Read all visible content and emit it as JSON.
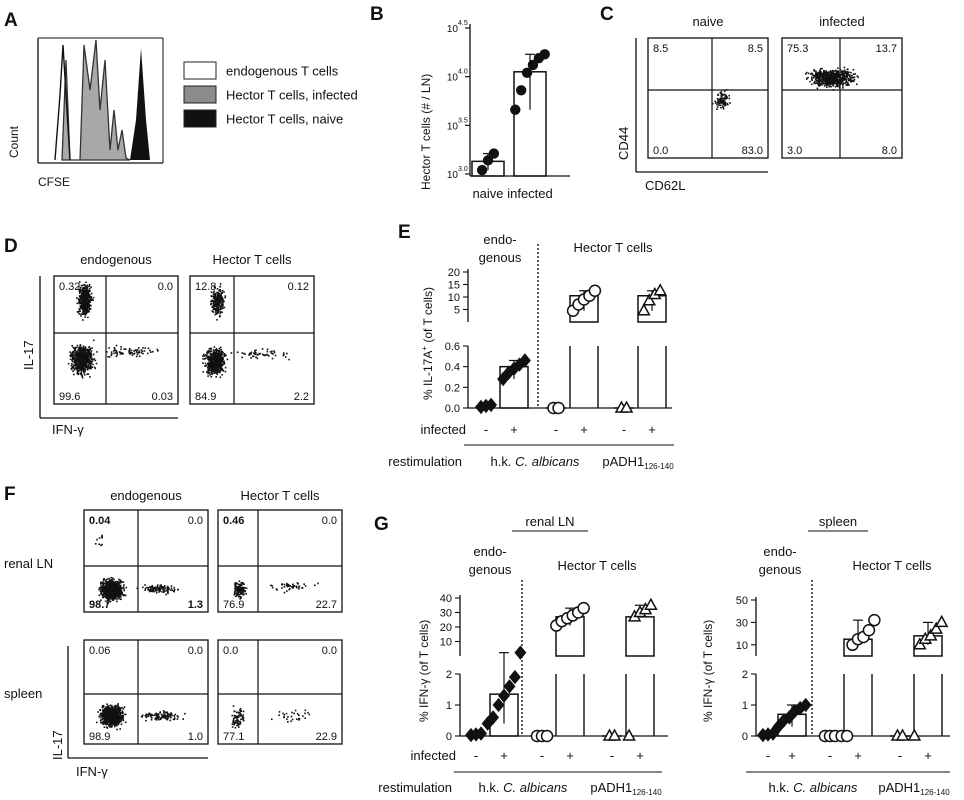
{
  "figure": {
    "panelA": {
      "letter": "A",
      "ylabel": "Count",
      "xlabel": "CFSE",
      "legend": [
        "endogenous T cells",
        "Hector T cells, infected",
        "Hector T cells, naive"
      ]
    },
    "panelB": {
      "letter": "B",
      "ylabel": "Hector T cells (# / LN)",
      "yticks": [
        {
          "base": "10",
          "exp": "3.0",
          "value": 3.0
        },
        {
          "base": "10",
          "exp": "3.5",
          "value": 3.5
        },
        {
          "base": "10",
          "exp": "4.0",
          "value": 4.0
        },
        {
          "base": "10",
          "exp": "4.5",
          "value": 4.5
        }
      ],
      "categories": [
        "naive",
        "infected"
      ]
    },
    "panelC": {
      "letter": "C",
      "titles": [
        "naive",
        "infected"
      ],
      "ylabel": "CD44",
      "xlabel": "CD62L",
      "plots": [
        {
          "q": [
            "8.5",
            "8.5",
            "0.0",
            "83.0"
          ]
        },
        {
          "q": [
            "75.3",
            "13.7",
            "3.0",
            "8.0"
          ]
        }
      ]
    },
    "panelD": {
      "letter": "D",
      "titles": [
        "endogenous",
        "Hector T cells"
      ],
      "ylabel": "IL-17",
      "xlabel": "IFN-γ",
      "plots": [
        {
          "q": [
            "0.32",
            "0.0",
            "99.6",
            "0.03"
          ]
        },
        {
          "q": [
            "12.8",
            "0.12",
            "84.9",
            "2.2"
          ]
        }
      ]
    },
    "panelE": {
      "letter": "E",
      "group_endo": [
        "endo-",
        "genous"
      ],
      "group_hector": "Hector T cells",
      "ylabel": "% IL-17A",
      "ylabel_sup": "+",
      "ylabel_tail": " (of T cells)",
      "top_ticks": [
        "20",
        "15",
        "10",
        "5"
      ],
      "bottom_ticks": [
        "0.6",
        "0.4",
        "0.2",
        "0.0"
      ],
      "infected_label": "infected",
      "restim_label": "restimulation",
      "restim_hk": "h.k. ",
      "restim_species": "C. albicans",
      "restim_pep": "pADH1",
      "restim_pep_sub": "126-140",
      "signs": [
        "-",
        "+",
        "-",
        "+",
        "-",
        "+"
      ]
    },
    "panelF": {
      "letter": "F",
      "titles": [
        "endogenous",
        "Hector T cells"
      ],
      "rows": [
        "renal LN",
        "spleen"
      ],
      "ylabel": "IL-17",
      "xlabel": "IFN-γ",
      "plots": [
        {
          "q": [
            "0.04",
            "0.0",
            "98.7",
            "1.3"
          ]
        },
        {
          "q": [
            "0.46",
            "0.0",
            "76.9",
            "22.7"
          ]
        },
        {
          "q": [
            "0.06",
            "0.0",
            "98.9",
            "1.0"
          ]
        },
        {
          "q": [
            "0.0",
            "0.0",
            "77.1",
            "22.9"
          ]
        }
      ]
    },
    "panelG": {
      "letter": "G",
      "organs": [
        "renal LN",
        "spleen"
      ],
      "group_endo": [
        "endo-",
        "genous"
      ],
      "group_hector": "Hector T cells",
      "ylabel": "% IFN-γ  (of T cells)",
      "renal_top_ticks": [
        "40",
        "30",
        "20",
        "10"
      ],
      "spleen_top_ticks": [
        "50",
        "30",
        "10"
      ],
      "bottom_ticks": [
        "2",
        "1",
        "0"
      ],
      "infected_label": "infected",
      "restim_label": "restimulation",
      "restim_hk": "h.k. ",
      "restim_species": "C. albicans",
      "restim_pep": "pADH1",
      "restim_pep_sub": "126-140",
      "signs": [
        "-",
        "+",
        "-",
        "+",
        "-",
        "+"
      ]
    }
  },
  "chart_data": [
    {
      "panel": "B",
      "type": "scatter",
      "ylabel": "Hector T cells (# / LN)",
      "yscale": "log10",
      "ylim_exponent": [
        3.0,
        4.5
      ],
      "categories": [
        "naive",
        "infected"
      ],
      "bar_means_log10": [
        3.13,
        4.05
      ],
      "points_log10": [
        [
          3.04,
          3.14,
          3.21
        ],
        [
          3.66,
          3.86,
          4.04,
          4.12,
          4.19,
          4.23
        ]
      ]
    },
    {
      "panel": "E",
      "type": "bar",
      "ylabel": "% IL-17A+ (of T cells)",
      "axis_break": true,
      "ylim_bottom": [
        0,
        0.6
      ],
      "ylim_top": [
        0,
        20
      ],
      "groups": [
        {
          "name": "endogenous",
          "restimulation": "h.k. C. albicans",
          "infected": [
            "-",
            "+"
          ],
          "means": [
            0.02,
            0.4
          ],
          "points": [
            [
              0.01,
              0.02,
              0.03
            ],
            [
              0.28,
              0.34,
              0.38,
              0.42,
              0.46
            ]
          ]
        },
        {
          "name": "Hector T cells",
          "restimulation": "h.k. C. albicans",
          "infected": [
            "-",
            "+"
          ],
          "means": [
            0.0,
            10.5
          ],
          "points": [
            [
              0.0,
              0.0
            ],
            [
              4.5,
              7.0,
              9.0,
              10.5,
              12.5
            ]
          ]
        },
        {
          "name": "Hector T cells",
          "restimulation": "pADH1 126-140",
          "infected": [
            "-",
            "+"
          ],
          "means": [
            0.0,
            10.5
          ],
          "points": [
            [
              0.0,
              0.0
            ],
            [
              4.5,
              8.5,
              11.0,
              12.5
            ]
          ]
        }
      ]
    },
    {
      "panel": "G-renal LN",
      "type": "bar",
      "ylabel": "% IFN-γ (of T cells)",
      "axis_break": true,
      "ylim_bottom": [
        0,
        2
      ],
      "ylim_top": [
        0,
        40
      ],
      "groups": [
        {
          "name": "endogenous",
          "restimulation": "h.k. C. albicans",
          "infected": [
            "-",
            "+"
          ],
          "means": [
            0.05,
            1.35
          ],
          "points": [
            [
              0.03,
              0.05,
              0.08
            ],
            [
              0.4,
              0.6,
              1.0,
              1.3,
              1.6,
              1.9,
              2.3
            ]
          ]
        },
        {
          "name": "Hector T cells",
          "restimulation": "h.k. C. albicans",
          "infected": [
            "-",
            "+"
          ],
          "means": [
            0.0,
            27
          ],
          "points": [
            [
              0.0,
              0.0,
              0.0
            ],
            [
              21,
              24,
              26,
              28,
              30,
              33
            ]
          ]
        },
        {
          "name": "Hector T cells",
          "restimulation": "pADH1 126-140",
          "infected": [
            "-",
            "+"
          ],
          "means": [
            0.0,
            27
          ],
          "points": [
            [
              0.0,
              0.0
            ],
            [
              0.0,
              27,
              30,
              32,
              35
            ]
          ]
        }
      ]
    },
    {
      "panel": "G-spleen",
      "type": "bar",
      "ylabel": "% IFN-γ (of T cells)",
      "axis_break": true,
      "ylim_bottom": [
        0,
        2
      ],
      "ylim_top": [
        0,
        50
      ],
      "groups": [
        {
          "name": "endogenous",
          "restimulation": "h.k. C. albicans",
          "infected": [
            "-",
            "+"
          ],
          "means": [
            0.05,
            0.7
          ],
          "points": [
            [
              0.03,
              0.05,
              0.08
            ],
            [
              0.3,
              0.5,
              0.6,
              0.8,
              0.9,
              1.0
            ]
          ]
        },
        {
          "name": "Hector T cells",
          "restimulation": "h.k. C. albicans",
          "infected": [
            "-",
            "+"
          ],
          "means": [
            0.0,
            15
          ],
          "points": [
            [
              0.0,
              0.0,
              0.0
            ],
            [
              0.0,
              0.0,
              10,
              15,
              17,
              23,
              32
            ]
          ]
        },
        {
          "name": "Hector T cells",
          "restimulation": "pADH1 126-140",
          "infected": [
            "-",
            "+"
          ],
          "means": [
            0.0,
            18
          ],
          "points": [
            [
              0.0,
              0.0
            ],
            [
              0.0,
              10,
              15,
              18,
              24,
              30
            ]
          ]
        }
      ]
    }
  ]
}
